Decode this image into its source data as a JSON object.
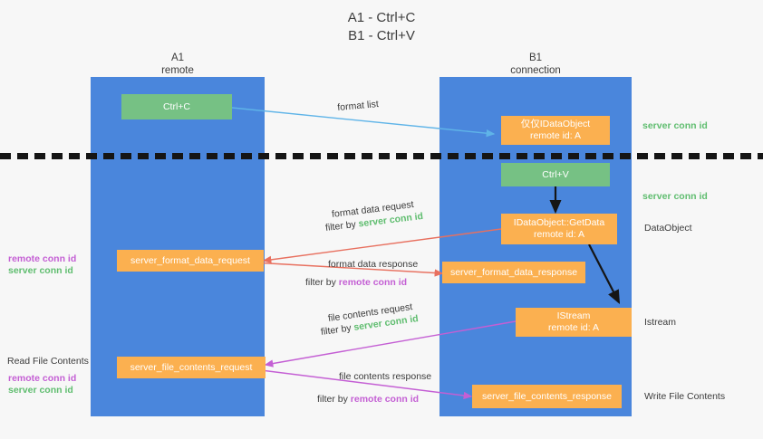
{
  "title": {
    "line1": "A1 - Ctrl+C",
    "line2": "B1 - Ctrl+V"
  },
  "colors": {
    "lane": "#4a86dc",
    "green_box": "#76c184",
    "orange_box": "#fbb050",
    "server_conn_id": "#5fbd6f",
    "remote_conn_id": "#c45fd4",
    "arrow_blue": "#5fb4e8",
    "arrow_red": "#e8705f",
    "arrow_purple": "#c45fd4",
    "arrow_black": "#151515",
    "background": "#f7f7f7"
  },
  "lanes": [
    {
      "name": "a1",
      "title": "A1",
      "subtitle": "remote"
    },
    {
      "name": "b1",
      "title": "B1",
      "subtitle": "connection"
    }
  ],
  "boxes": {
    "ctrl_c": {
      "label": "Ctrl+C"
    },
    "ctrl_v": {
      "label": "Ctrl+V"
    },
    "idataobject_top": {
      "line1": "仅仅IDataObject",
      "line2": "remote id: A"
    },
    "idataobject_getdata": {
      "line1": "IDataObject::GetData",
      "line2": "remote id: A"
    },
    "istream": {
      "line1": "IStream",
      "line2": "remote id: A"
    },
    "server_format_data_request": {
      "label": "server_format_data_request"
    },
    "server_format_data_response": {
      "label": "server_format_data_response"
    },
    "server_file_contents_request": {
      "label": "server_file_contents_request"
    },
    "server_file_contents_response": {
      "label": "server_file_contents_response"
    }
  },
  "arrow_labels": {
    "format_list": "format list",
    "format_data_request": "format data request",
    "format_data_request_filter_prefix": "filter by ",
    "format_data_request_filter_value": "server conn id",
    "format_data_response": "format data response",
    "format_data_response_filter_prefix": "filter by ",
    "format_data_response_filter_value": "remote conn id",
    "file_contents_request": "file contents request",
    "file_contents_request_filter_prefix": "filter by ",
    "file_contents_request_filter_value": "server conn id",
    "file_contents_response": "file contents response",
    "file_contents_response_filter_prefix": "filter by ",
    "file_contents_response_filter_value": "remote conn id"
  },
  "annotations": {
    "right_server_conn_id_top": "server conn id",
    "right_server_conn_id_mid": "server conn id",
    "right_dataobject": "DataObject",
    "right_istream": "Istream",
    "right_write_file_contents": "Write File Contents",
    "left_remote_conn_id_1": "remote conn id",
    "left_server_conn_id_1": "server conn id",
    "left_read_file_contents": "Read File Contents",
    "left_remote_conn_id_2": "remote conn id",
    "left_server_conn_id_2": "server conn id"
  }
}
